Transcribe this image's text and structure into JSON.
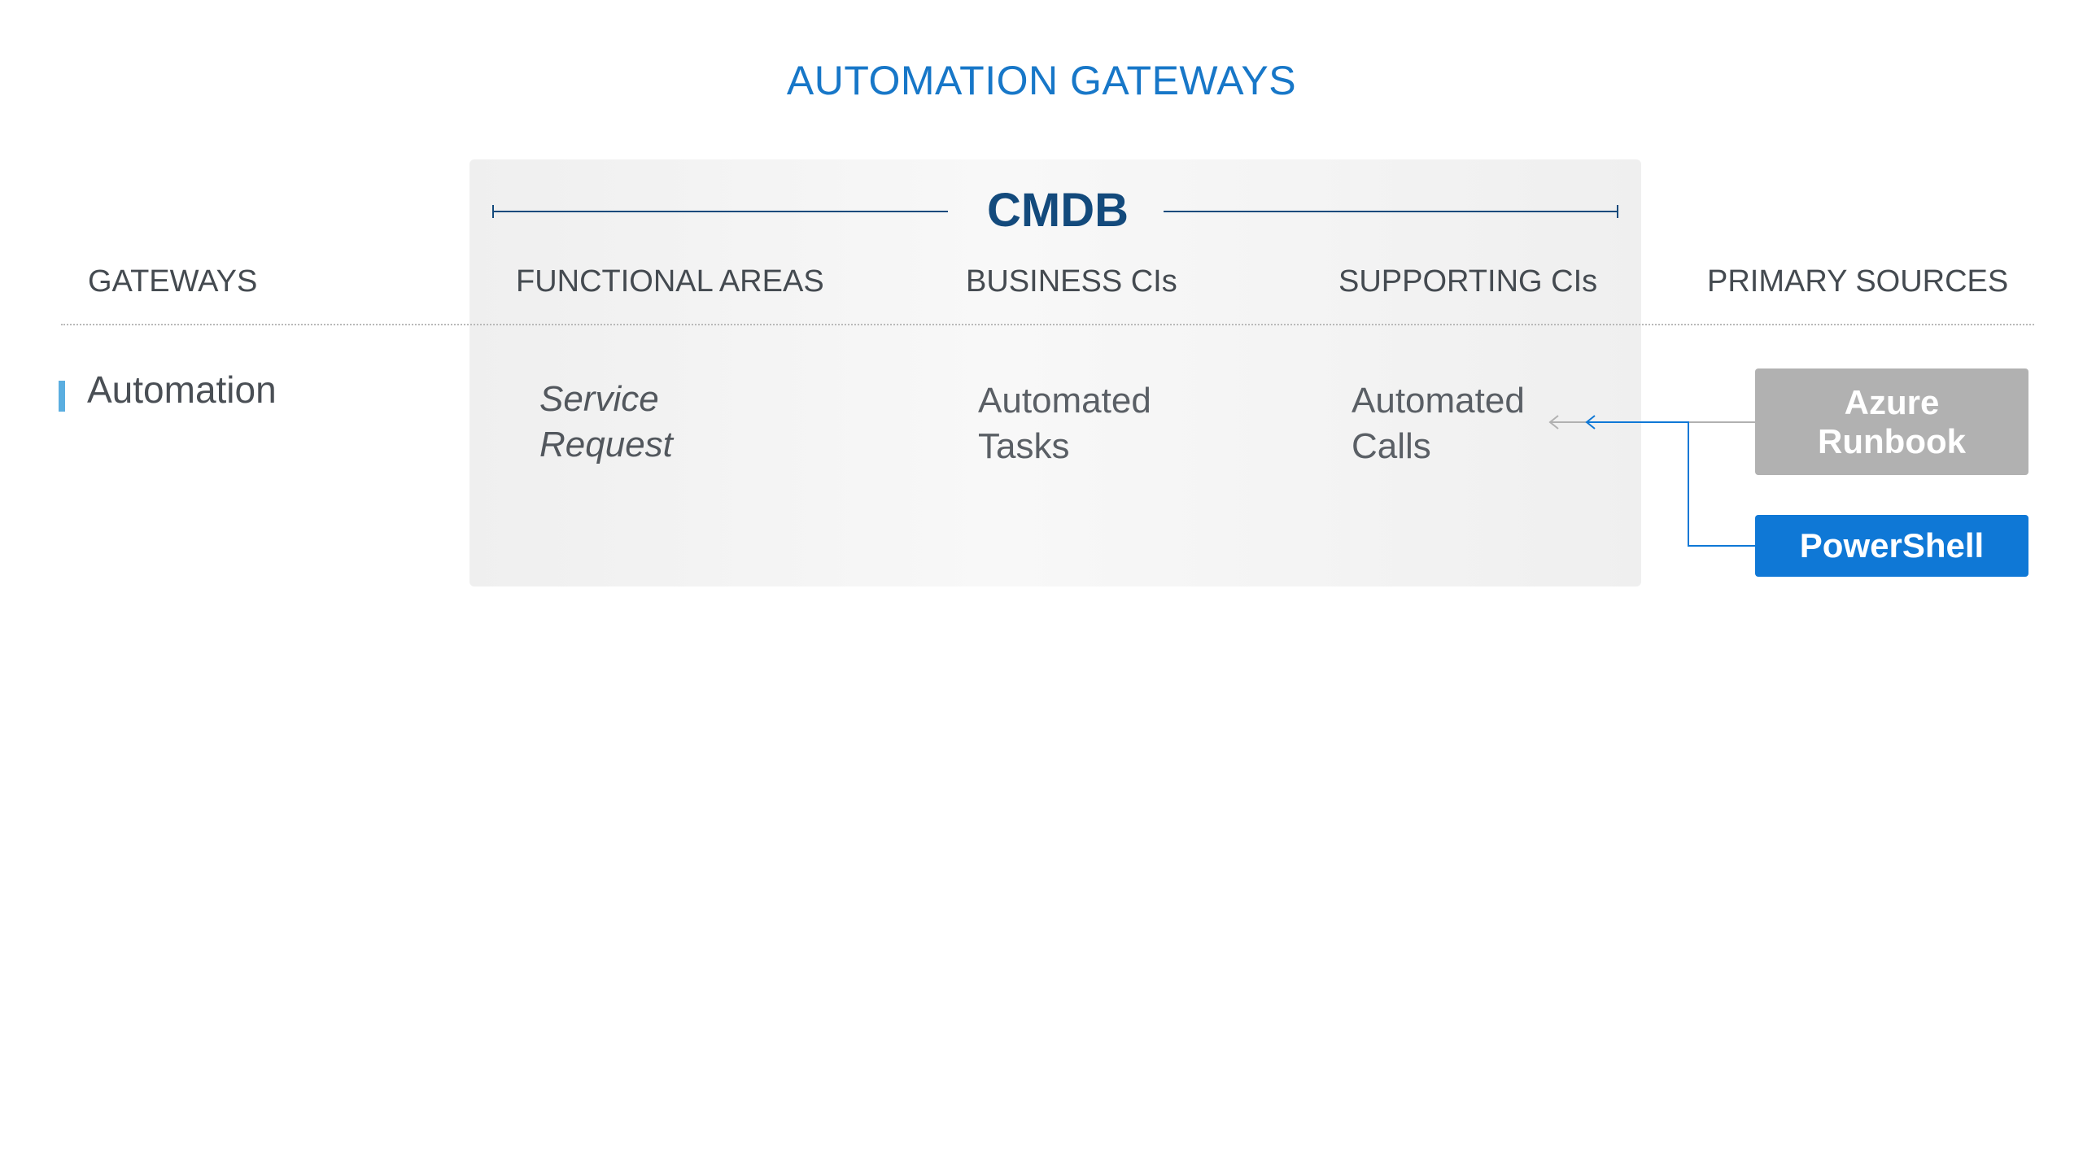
{
  "title": "AUTOMATION GATEWAYS",
  "cmdb": {
    "label": "CMDB"
  },
  "headers": {
    "gateways": "GATEWAYS",
    "functional_areas": "FUNCTIONAL AREAS",
    "business_cis": "BUSINESS CIs",
    "supporting_cis": "SUPPORTING CIs",
    "primary_sources": "PRIMARY SOURCES"
  },
  "rows": [
    {
      "gateway": "Automation",
      "functional_area": "Service\nRequest",
      "business_ci": "Automated\nTasks",
      "supporting_ci": "Automated\nCalls"
    }
  ],
  "sources": {
    "azure_runbook": "Azure\nRunbook",
    "powershell": "PowerShell"
  },
  "colors": {
    "title": "#1777c8",
    "cmdb": "#134a7c",
    "azure_box": "#b1b1b1",
    "powershell_box": "#0f78d6",
    "connector_blue": "#0f78d6",
    "connector_gray": "#b1b1b1",
    "row_marker": "#5aaee0"
  }
}
